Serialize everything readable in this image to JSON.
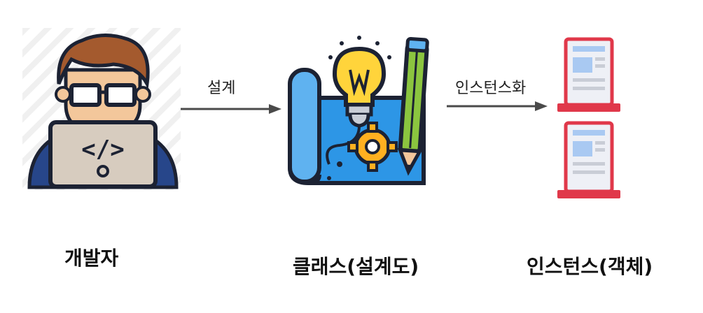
{
  "nodes": {
    "developer": {
      "label": "개발자"
    },
    "class": {
      "label": "클래스(설계도)"
    },
    "instance": {
      "label": "인스턴스(객체)"
    }
  },
  "edges": {
    "design": {
      "label": "설계"
    },
    "instantiate": {
      "label": "인스턴스화"
    }
  },
  "colors": {
    "outline": "#1c2233",
    "arrow": "#4a4a4a",
    "skin": "#f3c79b",
    "hair": "#a45a2e",
    "laptop": "#d7ccbf",
    "jacket": "#27468a",
    "blueprint": "#2d96e6",
    "bulb": "#ffd43b",
    "pencil": "#8bc53f",
    "gear": "#ffb020",
    "card_border": "#e0384a",
    "card_body": "#eef0f6",
    "card_accent": "#a9c9f2"
  },
  "icons": {
    "developer": "developer-icon",
    "blueprint": "blueprint-icon",
    "instance_a": "document-card-icon",
    "instance_b": "document-card-icon"
  }
}
